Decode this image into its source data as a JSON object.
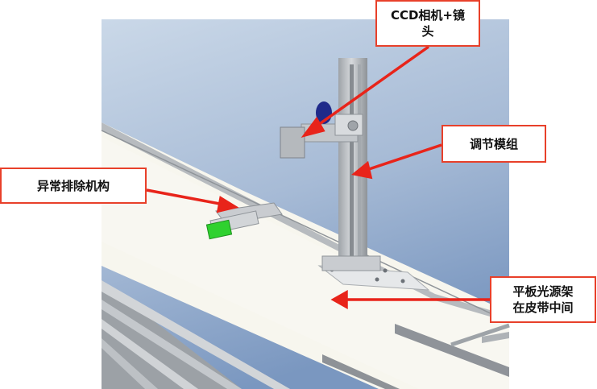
{
  "callouts": {
    "camera": "CCD相机+镜\n头",
    "adjust": "调节模组",
    "reject": "异常排除机构",
    "light": "平板光源架\n在皮带中间"
  },
  "colors": {
    "callout_border": "#e8402a",
    "arrow": "#e8241a",
    "sky_top": "#c6d4e4",
    "sky_bottom": "#7e9ac2",
    "belt_surface": "#f7f6ef",
    "rail_grey": "#b5b9bd",
    "reject_green": "#2fd12f"
  }
}
